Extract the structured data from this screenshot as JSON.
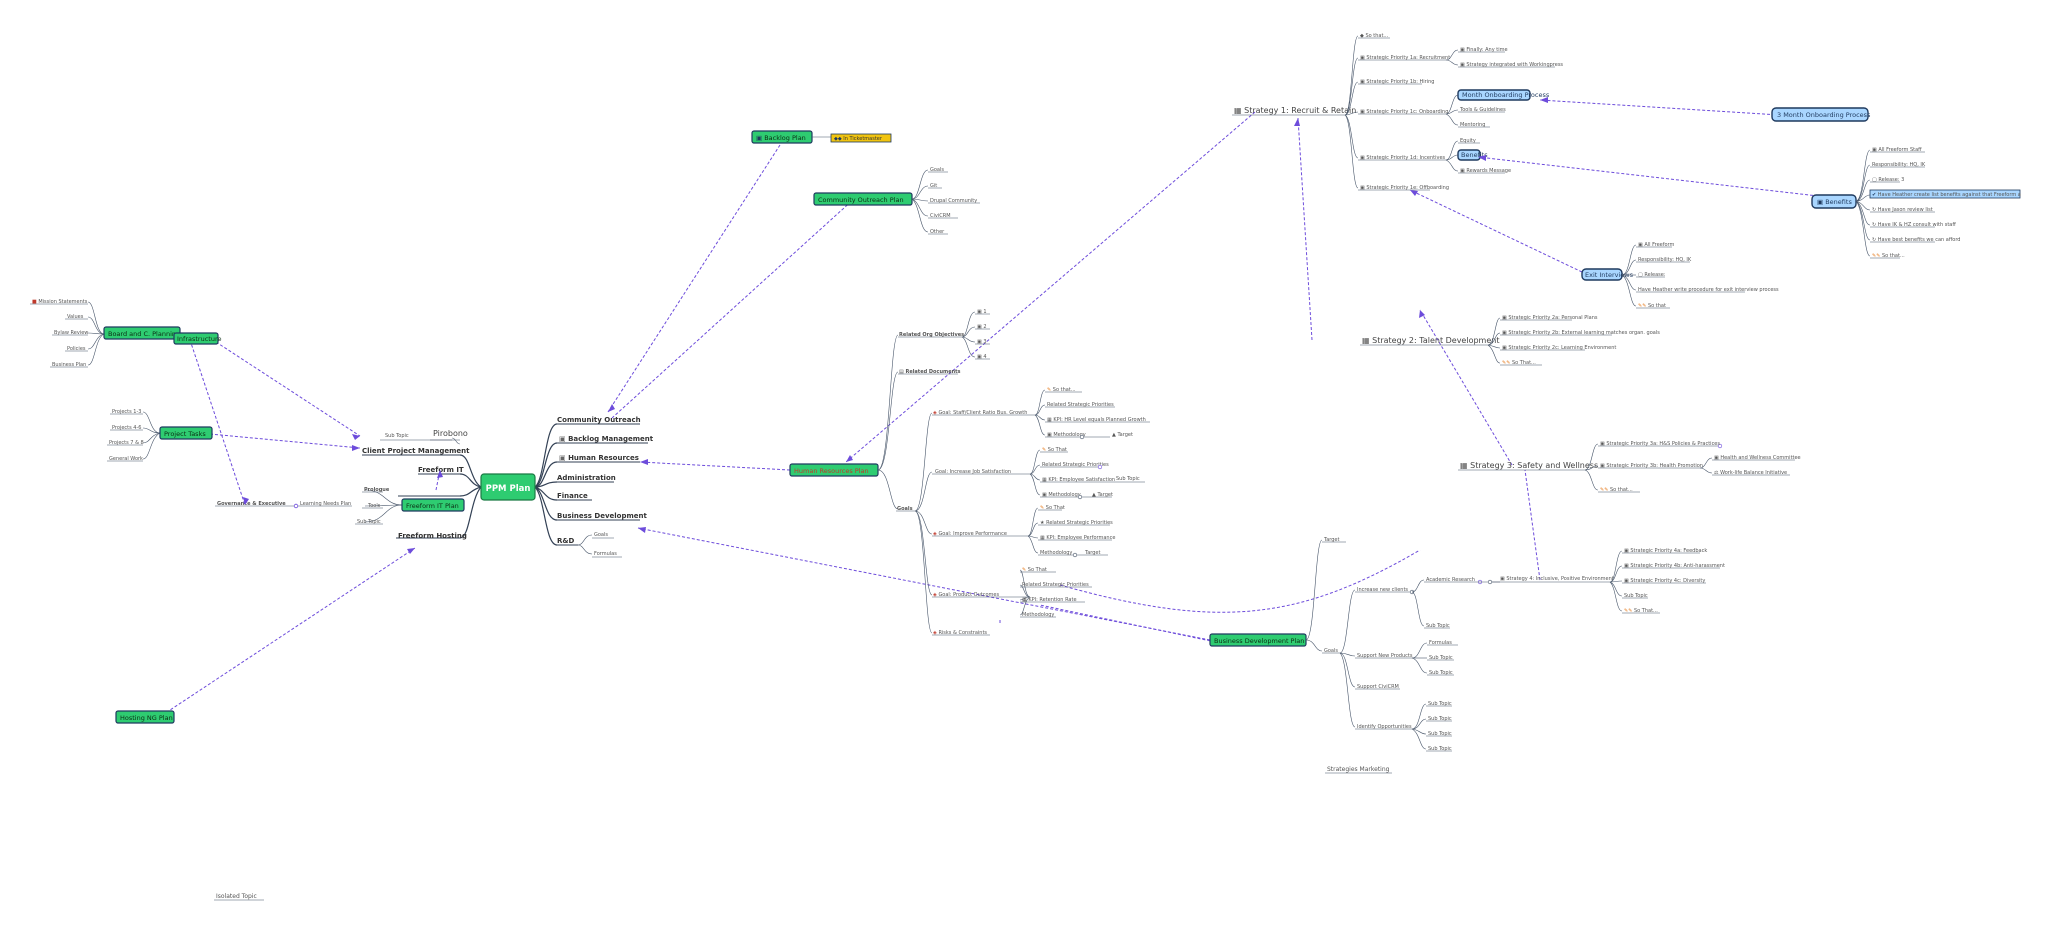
{
  "central": "PPM Plan",
  "main_branches": {
    "community_outreach": "Community Outreach",
    "backlog_management": "Backlog Management",
    "human_resources": "Human Resources",
    "administration": "Administration",
    "finance": "Finance",
    "business_development": "Business Development",
    "rd": "R&D",
    "rd_goals": "Goals",
    "rd_formulas": "Formulas",
    "client_project_management": "Client Project Management",
    "freeform_it": "Freeform IT",
    "freeform_hosting": "Freeform Hosting",
    "pirobono": "Pirobono",
    "sub_topic": "Sub Topic"
  },
  "left": {
    "board_box": "Board and C. Planning",
    "infrastructure_box": "Infrastructure",
    "board_items": [
      "Mission Statements",
      "Values",
      "Bylaw Review",
      "Policies",
      "Business Plan"
    ],
    "project_box": "Project Tasks",
    "project_items": [
      "Projects 1-3",
      "Projects 4-6",
      "Projects 7 & 8",
      "General Work"
    ],
    "gov": "Governance & Executive",
    "learning": "Learning Needs Plan",
    "freeform_it_box": "Freeform IT Plan",
    "it_items": [
      "Prologue",
      "Tools",
      "Sub Topic"
    ],
    "hosting_box": "Hosting NG Plan",
    "isolated": "Isolated Topic"
  },
  "top": {
    "backlog_box": "Backlog Plan",
    "backlog_tag": "In Ticketmaster",
    "community_box": "Community Outreach Plan",
    "community_items": [
      "Goals",
      "Git",
      "Drupal Community",
      "CiviCRM",
      "Other"
    ]
  },
  "hr": {
    "box": "Human Resources Plan",
    "related_objectives": "Related Org Objectives",
    "objective_items": [
      "1",
      "2",
      "3",
      "4"
    ],
    "related_documents": "Related Documents",
    "goals": "Goals",
    "goal1": "Goal: Staff/Client Ratio Bus. Growth",
    "goal1_items": [
      "So that...",
      "Related Strategic Priorities",
      "KPI: HR Level equals Planned Growth",
      "Methodology"
    ],
    "goal1_target": "Target",
    "goal2": "Goal: Increase Job Satisfaction",
    "goal2_items": [
      "So That",
      "Related Strategic Priorities",
      "KPI: Employee Satisfaction",
      "Methodology"
    ],
    "goal2_subtopic": "Sub Topic",
    "goal2_target": "Target",
    "goal3": "Goal: Improve Performance",
    "goal3_items": [
      "So That",
      "Related Strategic Priorities",
      "KPI: Employee Performance",
      "Methodology"
    ],
    "goal3_target": "Target",
    "goal4": "Goal: Product Outcomes",
    "goal4_items": [
      "So That",
      "Related Strategic Priorities",
      "KPI: Retention Rate",
      "Methodology"
    ],
    "risks": "Risks & Constraints"
  },
  "bd": {
    "box": "Business Development Plan",
    "target": "Target",
    "goals": "Goals",
    "increase_clients": "Increase new clients",
    "academic": "Academic Research",
    "sub_topic": "Sub Topic",
    "support_products": "Support New Products",
    "support_items": [
      "Formulas",
      "Sub Topic",
      "Sub Topic"
    ],
    "support_civicrm": "Support CiviCRM",
    "identify": "Identify Opportunities",
    "identify_items": [
      "Sub Topic",
      "Sub Topic",
      "Sub Topic",
      "Sub Topic"
    ],
    "strategies_marketing": "Strategies Marketing"
  },
  "strategy1": {
    "title": "Strategy 1: Recruit & Retain",
    "so_that": "So that...",
    "recruitment": "Strategic Priority 1a: Recruitment",
    "recruitment_items": [
      "Finally: Any time",
      "Strategy integrated with Workingpress"
    ],
    "hiring": "Strategic Priority 1b: Hiring",
    "onboarding": "Strategic Priority 1c: Onboarding",
    "onboarding_items": [
      "Month Onboarding Process",
      "Tools & Guidelines",
      "Mentoring"
    ],
    "incentives": "Strategic Priority 1d: Incentives",
    "incentive_items": [
      "Equity",
      "Benefits",
      "Rewards Message"
    ],
    "offboarding": "Strategic Priority 1e: Offboarding",
    "onboarding_process_box": "3 Month Onboarding Process"
  },
  "benefits": {
    "box": "Benefits",
    "items": [
      "All Freeform Staff",
      "Responsibility: HQ, IK",
      "Release: 3",
      "Have Heather create list benefits against that Freeform a",
      "Have Jason review list",
      "Have IK & HZ consult with staff",
      "Have best benefits we can afford",
      "So that..."
    ]
  },
  "exit": {
    "box": "Exit Interviews",
    "items": [
      "All Freeform",
      "Responsibility: HQ, IK",
      "Release:",
      "Have Heather write procedure for exit interview process",
      "So that"
    ]
  },
  "strategy2": {
    "title": "Strategy 2: Talent Development",
    "items": [
      "Strategic Priority 2a: Personal Plans",
      "Strategic Priority 2b: External learning matches organ. goals",
      "Strategic Priority 2c: Learning Environment",
      "So That..."
    ]
  },
  "strategy3": {
    "title": "Strategy 3: Safety and Wellness",
    "p3a": "Strategic Priority 3a: H&S Policies & Practices",
    "p3b": "Strategic Priority 3b: Health Promotion",
    "p3b_items": [
      "Health and Wellness Committee",
      "Work-life Balance Initiative"
    ],
    "so_that": "So that..."
  },
  "strategy4": {
    "title": "Strategy 4: Inclusive, Positive Environment",
    "items": [
      "Strategic Priority 4a: Feedback",
      "Strategic Priority 4b: Anti-harassment",
      "Strategic Priority 4c: Diversity",
      "Sub Topic",
      "So That..."
    ]
  }
}
